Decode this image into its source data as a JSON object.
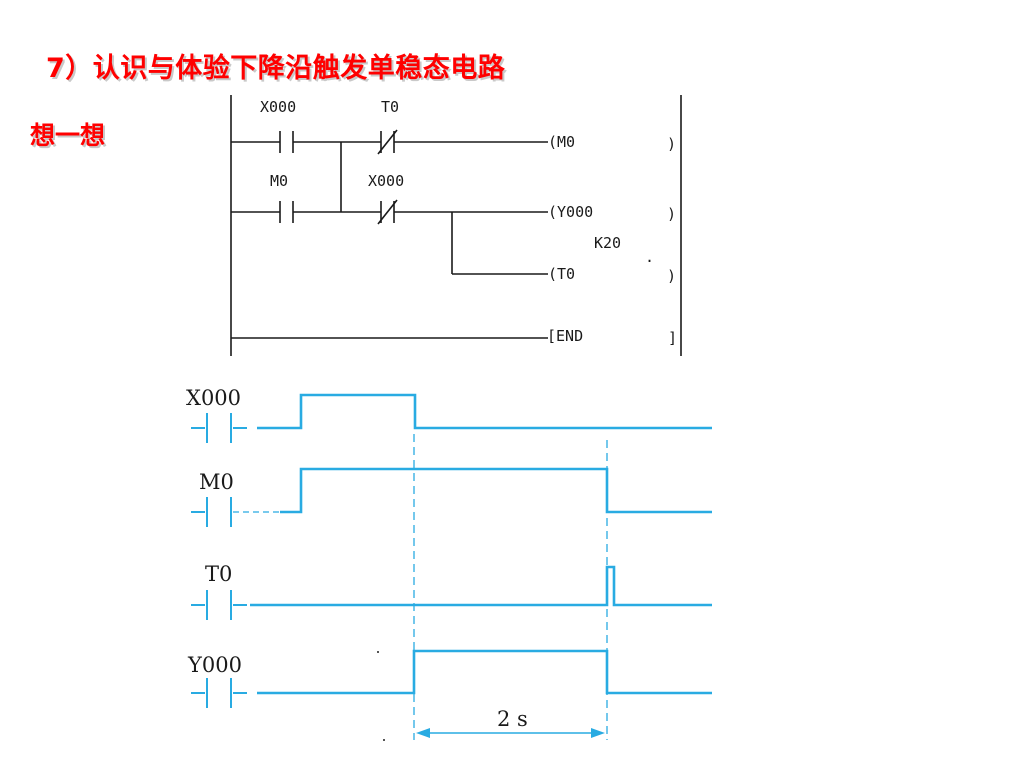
{
  "slide": {
    "title": "7）认识与体验下降沿触发单稳态电路",
    "subtitle": "想一想"
  },
  "ladder": {
    "contact_x000_top": "X000",
    "contact_t0": "T0",
    "contact_m0": "M0",
    "contact_x000_bottom": "X000",
    "coil_m0": "(M0",
    "coil_y000": "(Y000",
    "timer_setting": "K20",
    "coil_t0": "(T0",
    "end_instruction": "[END",
    "bracket_m0": ")",
    "bracket_y000": ")",
    "bracket_t0": ")",
    "bracket_end": "]",
    "dot": "·"
  },
  "timing": {
    "label_x000": "X000",
    "label_m0": "M0",
    "label_t0": "T0",
    "label_y000": "Y000",
    "duration_label": "2 s",
    "color": "#29abe2"
  }
}
